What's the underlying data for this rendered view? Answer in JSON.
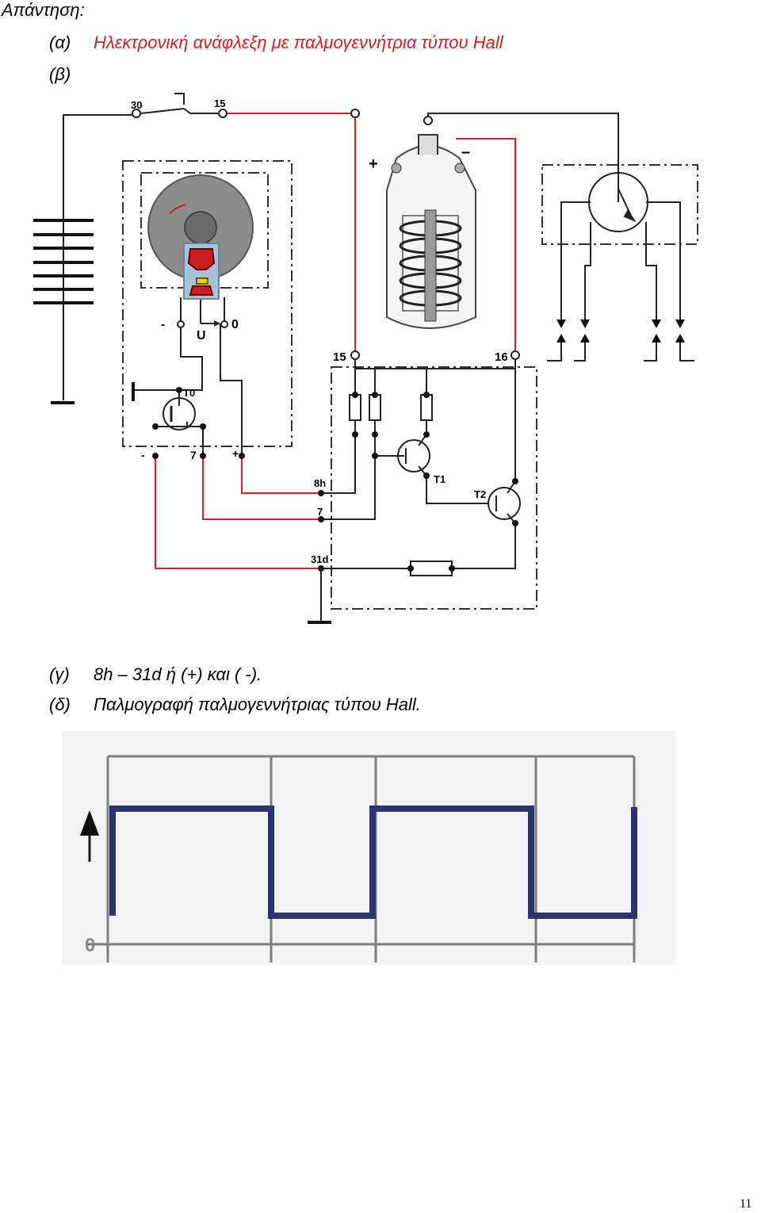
{
  "heading": "Απάντηση:",
  "answers": [
    {
      "label": "(α)",
      "text": "Ηλεκτρονική ανάφλεξη με παλμογεννήτρια τύπου Hall"
    },
    {
      "label": "(β)",
      "text": ""
    },
    {
      "label": "(γ)",
      "text": "8h – 31d ή (+) και ( -)."
    },
    {
      "label": "(δ)",
      "text": "Παλμογραφή παλμογεννήτριας τύπου Hall."
    }
  ],
  "circuit": {
    "terminal_30": "30",
    "terminal_15_top": "15",
    "coil_plus": "+",
    "coil_minus": "–",
    "sensor_minus": "-",
    "sensor_zero": "0",
    "sensor_u": "U",
    "t0": "T0",
    "hall_minus": "-",
    "hall_7": "7",
    "hall_plus": "+",
    "terminal_15": "15",
    "terminal_16": "16",
    "terminal_8h": "8h",
    "terminal_7": "7",
    "terminal_31d": "31d",
    "t1": "T1",
    "t2": "T2"
  },
  "oscilloscope": {
    "zero_label": "0",
    "trace_color": "#2a3570",
    "grid_color": "#7d7d7d"
  },
  "colors": {
    "accent": "#d42020"
  },
  "page_number": "11"
}
